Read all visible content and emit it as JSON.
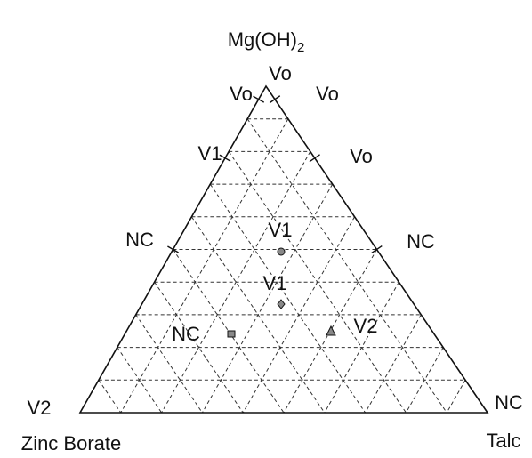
{
  "diagram": {
    "type": "ternary",
    "vertices": {
      "top": "Mg(OH)",
      "top_subscript": "2",
      "bottom_left": "Zinc Borate",
      "bottom_right": "Talc"
    },
    "corner_ratings": {
      "top": "Vo",
      "bottom_left": "V2",
      "bottom_right": "NC"
    },
    "left_edge_ratings": [
      "Vo",
      "V1",
      "NC"
    ],
    "right_edge_ratings": [
      "Vo",
      "Vo",
      "NC"
    ],
    "interior_points": [
      {
        "label": "V1",
        "marker": "circle"
      },
      {
        "label": "V1",
        "marker": "diamond"
      },
      {
        "label": "NC",
        "marker": "square"
      },
      {
        "label": "V2",
        "marker": "triangle"
      }
    ]
  },
  "colors": {
    "line": "#111111",
    "grid": "#333333",
    "marker_fill": "#888888"
  }
}
